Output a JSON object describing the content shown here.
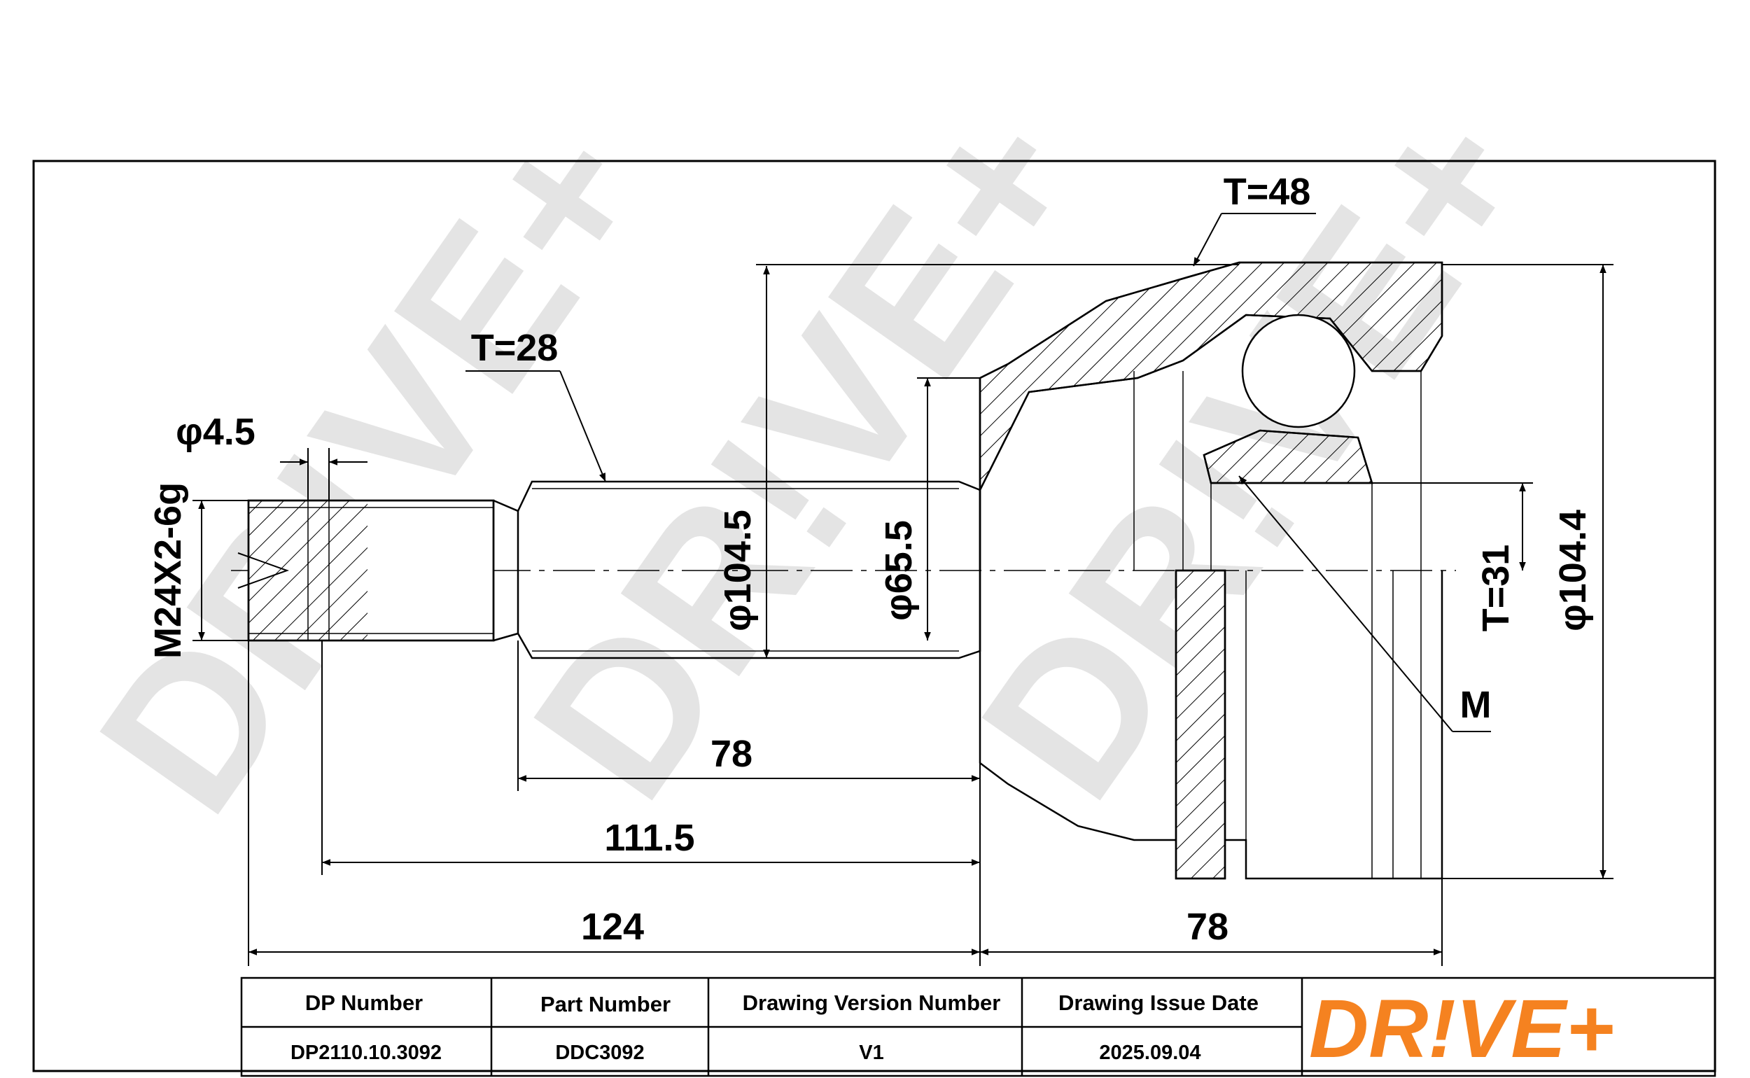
{
  "drawing": {
    "dimensions": {
      "thread": "M24X2-6g",
      "hole_diameter": "φ4.5",
      "spline_teeth_shaft": "T=28",
      "shaft_overall_diameter": "φ104.5",
      "seal_diameter": "φ65.5",
      "outer_spline_teeth": "T=48",
      "abs_ring_teeth": "T=31",
      "outer_diameter": "φ104.4",
      "internal_thread": "M",
      "spline_length": "78",
      "shaft_length": "111.5",
      "total_stub_length": "124",
      "housing_length": "78"
    },
    "watermark": "DR!VE+"
  },
  "title_block": {
    "headers": [
      "DP Number",
      "Part Number",
      "Drawing Version Number",
      "Drawing Issue Date"
    ],
    "values": [
      "DP2110.10.3092",
      "DDC3092",
      "V1",
      "2025.09.04"
    ]
  },
  "logo": {
    "text": "DR!VE+",
    "color": "#f58220"
  }
}
